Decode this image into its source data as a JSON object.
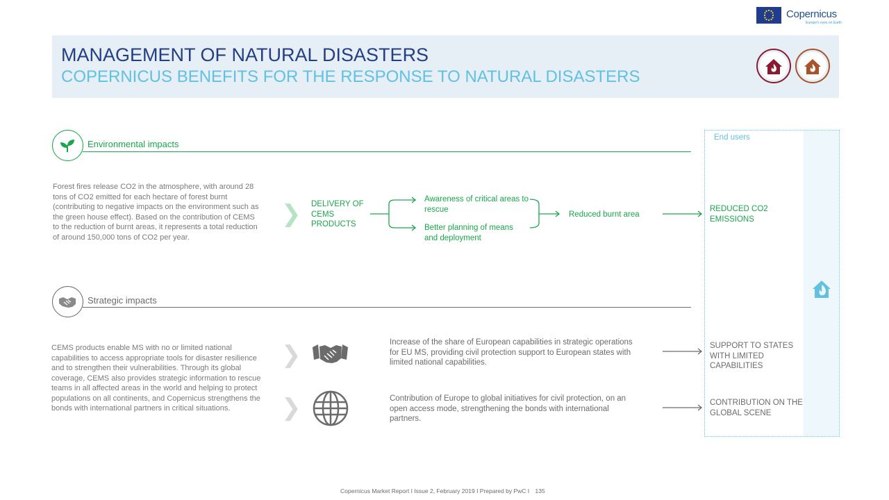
{
  "logos": {
    "eu_flag": "eu-flag-icon",
    "copernicus_word": "Copernicus",
    "copernicus_tagline": "Europe's eyes on Earth"
  },
  "header": {
    "title": "MANAGEMENT OF NATURAL DISASTERS",
    "subtitle": "COPERNICUS BENEFITS FOR THE RESPONSE TO NATURAL DISASTERS",
    "icons": [
      "house-fire-icon",
      "house-fire-icon"
    ]
  },
  "environmental": {
    "title": "Environmental impacts",
    "icon": "leaf-icon",
    "description": "Forest fires release CO2 in the atmosphere, with around 28 tons of CO2 emitted for each hectare of forest burnt (contributing to negative impacts on the environment such as the green house effect). Based on the contribution of CEMS to the reduction of burnt areas, it represents a total reduction of around 150,000 tons of CO2 per year.",
    "delivery": "DELIVERY OF CEMS PRODUCTS",
    "awareness": "Awareness of critical areas to rescue",
    "planning": "Better planning of means and deployment",
    "reduced_area": "Reduced burnt area",
    "outcome": "REDUCED CO2 EMISSIONS"
  },
  "strategic": {
    "title": "Strategic impacts",
    "icon": "handshake-icon",
    "description": "CEMS products enable MS with no or limited national capabilities to access appropriate tools for disaster resilience and to strengthen their vulnerabilities. Through its global coverage, CEMS also provides strategic information to rescue teams in all affected areas in the world and helping to protect populations on all continents, and Copernicus strengthens the bonds with international partners in critical situations.",
    "row1_text": "Increase of the share of European capabilities in strategic operations for EU MS, providing civil protection support to European states with limited national capabilities.",
    "row1_outcome": "SUPPORT TO STATES WITH LIMITED CAPABILITIES",
    "row1_icon": "handshake-icon",
    "row2_text": "Contribution of Europe to global initiatives for civil protection, on an open access mode, strengthening the bonds with international partners.",
    "row2_outcome": "CONTRIBUTION ON THE GLOBAL SCENE",
    "row2_icon": "globe-icon"
  },
  "end_users": {
    "label": "End users",
    "icon": "house-fire-icon"
  },
  "footer": {
    "text": "Copernicus Market Report I Issue 2, February 2019 I Prepared by PwC I",
    "page": "135"
  },
  "colors": {
    "title_navy": "#233e85",
    "subtitle_blue": "#62c1e1",
    "green": "#1aa64a",
    "grey": "#6b6b6b",
    "header_bg": "#e6eef6",
    "icon_red": "#8b1a2f",
    "icon_brown": "#a8542a"
  }
}
